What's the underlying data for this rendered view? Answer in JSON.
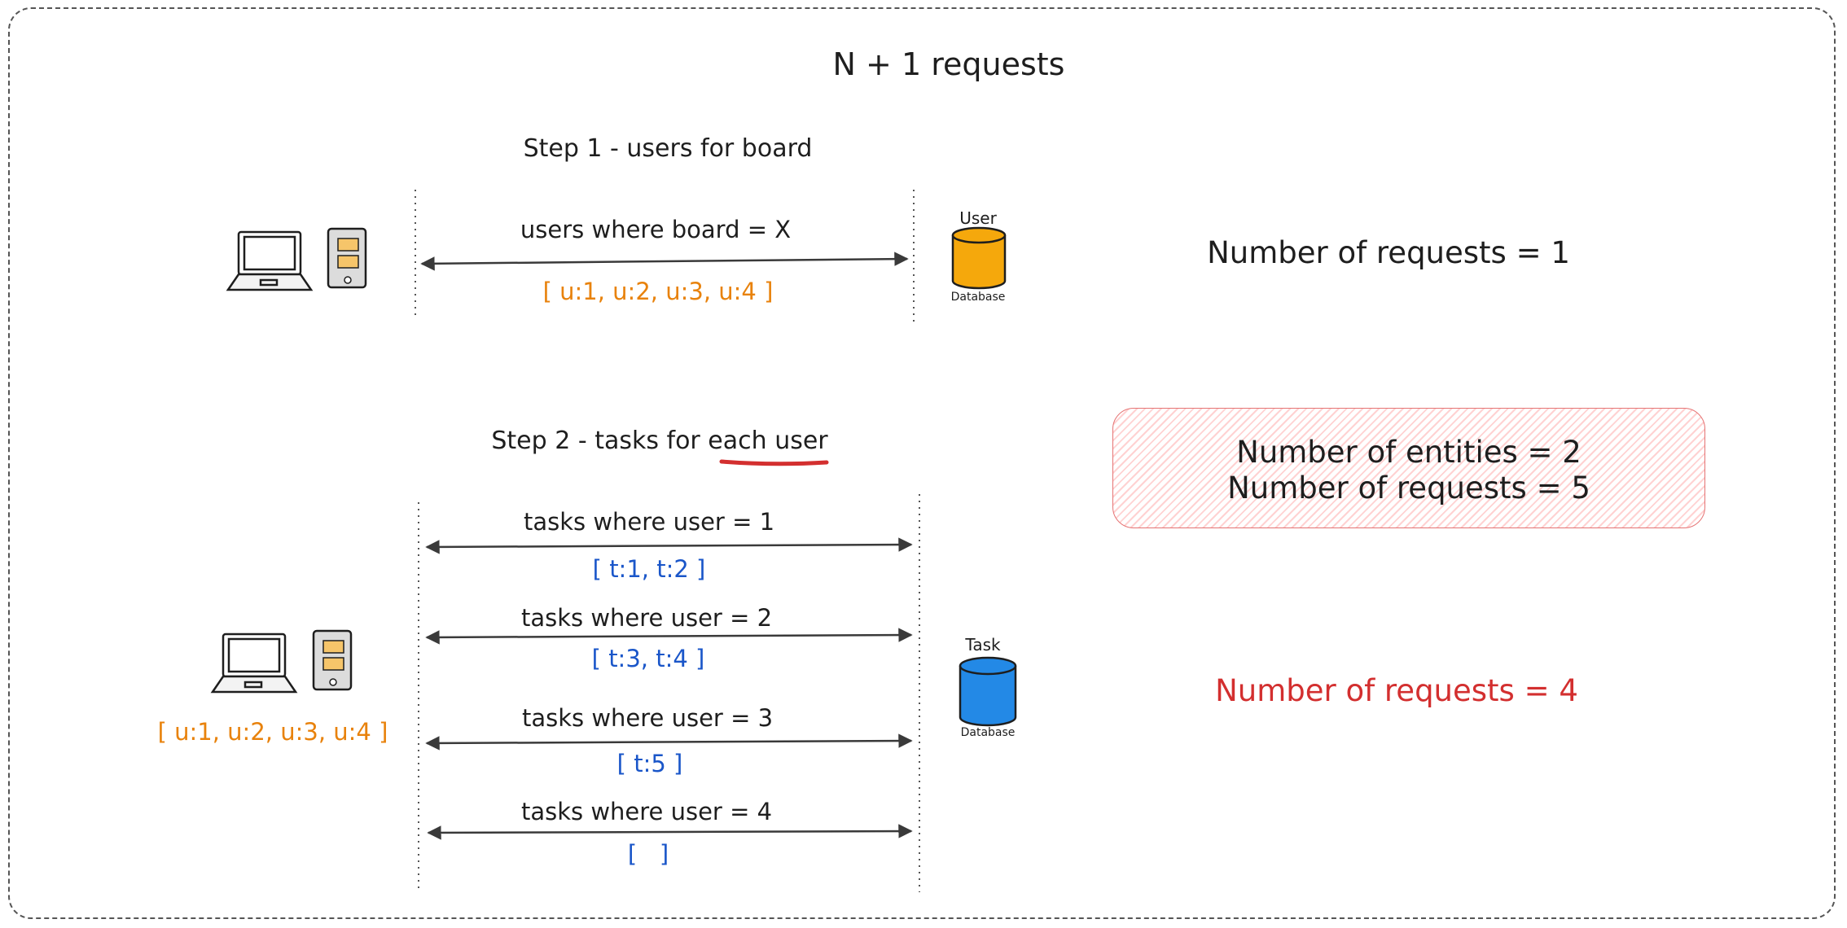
{
  "title": "N + 1 requests",
  "step1": {
    "heading": "Step 1 - users for board",
    "query": "users where board = X",
    "result": "[ u:1, u:2, u:3, u:4 ]",
    "db_entity": "User",
    "db_label": "Database",
    "requests": "Number of requests = 1"
  },
  "step2": {
    "heading_prefix": "Step 2 - tasks for ",
    "heading_emphasis": "each user",
    "client_list": "[ u:1, u:2, u:3, u:4 ]",
    "queries": [
      {
        "query": "tasks where user = 1",
        "result": "[ t:1, t:2 ]"
      },
      {
        "query": "tasks where user = 2",
        "result": "[ t:3, t:4 ]"
      },
      {
        "query": "tasks where user = 3",
        "result": "[ t:5 ]"
      },
      {
        "query": "tasks where user = 4",
        "result": "[   ]"
      }
    ],
    "db_entity": "Task",
    "db_label": "Database",
    "requests": "Number of requests = 4"
  },
  "summary": {
    "entities": "Number of entities = 2",
    "requests": "Number of requests = 5"
  },
  "colors": {
    "user_db": "#f5a80c",
    "task_db": "#2389e6",
    "result_orange": "#e8820c",
    "result_blue": "#1a56c9",
    "warning_red": "#d32f2f"
  }
}
